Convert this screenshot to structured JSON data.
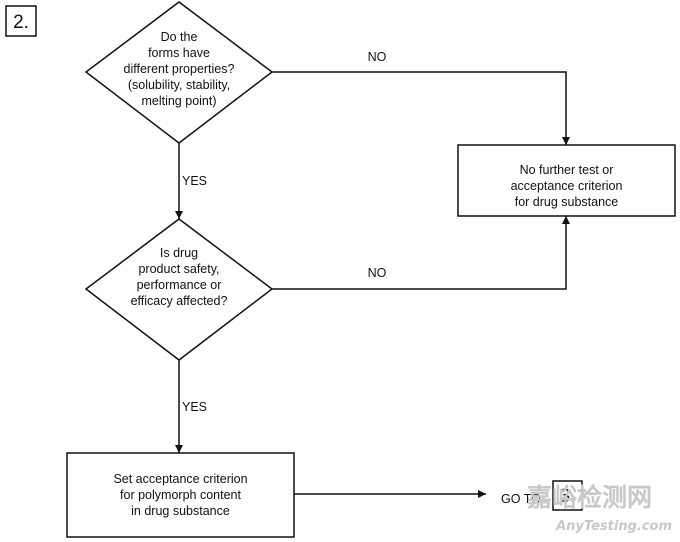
{
  "step_badge": "2.",
  "nodes": {
    "decision_properties": {
      "lines": [
        "Do the",
        "forms have",
        "different properties?",
        "(solubility, stability,",
        "melting point)"
      ]
    },
    "decision_safety": {
      "lines": [
        "Is drug",
        "product safety,",
        "performance or",
        "efficacy affected?"
      ]
    },
    "box_no_test": {
      "lines": [
        "No further test or",
        "acceptance criterion",
        "for drug substance"
      ]
    },
    "box_set_criterion": {
      "lines": [
        "Set acceptance criterion",
        "for polymorph content",
        "in drug substance"
      ]
    }
  },
  "edges": {
    "properties_no": "NO",
    "properties_yes": "YES",
    "safety_no": "NO",
    "safety_yes": "YES"
  },
  "goto": {
    "label": "GO TO",
    "target": "3."
  },
  "watermark": {
    "chinese": "嘉峪检测网",
    "latin": "AnyTesting.com"
  }
}
